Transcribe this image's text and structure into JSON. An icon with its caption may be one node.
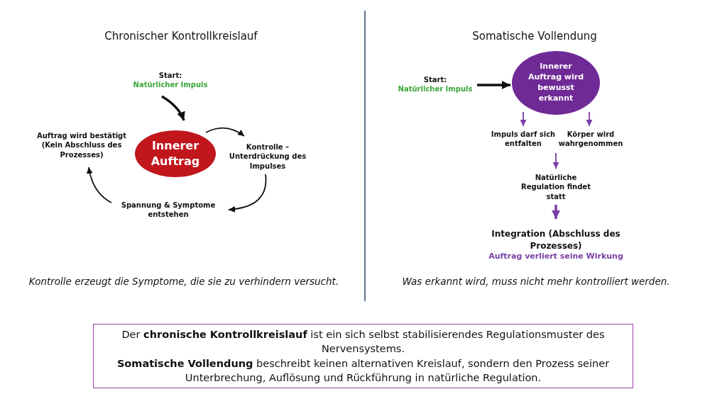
{
  "diagram": {
    "nodes": [
      {
        "text": [
          "Start:",
          "Natürlicher Impuls"
        ]
      },
      {
        "text": [
          "Innerer Auftrag"
        ]
      },
      {
        "text": [
          "Kontrolle – Unterdrückung des Impulses"
        ]
      },
      {
        "text": [
          "Spannung & Symptome entstehen"
        ]
      },
      {
        "text": [
          "Auftrag wird bestätigt",
          "(Kein Abschluss des Prozesses)"
        ]
      },
      {
        "text": [
          "Start:",
          "Natürlicher Impuls"
        ]
      },
      {
        "text": [
          "Innerer Auftrag wird bewusst erkannt"
        ]
      },
      {
        "text": [
          "Impuls darf sich entfalten"
        ]
      },
      {
        "text": [
          "Körper wird wahrgenommen"
        ]
      },
      {
        "text": [
          "Natürliche Regulation findet statt"
        ]
      },
      {
        "text": [
          "Integration (Abschluss des Prozesses)",
          "Auftrag verliert seine Wirkung"
        ]
      },
      {
        "text": [
          "Der **chronische Kontrollkreislauf** ist ein sich selbst stabilisierendes Regulationsmuster des Nervensystems.",
          "**Somatische Vollendung** beschreibt keinen alternativen Kreislauf, sondern den Prozess seiner Unterbrechung, Auflösung und Rückführung in natürliche Regulation."
        ]
      }
    ],
    "edges": [
      {
        "from": 0,
        "to": 1,
        "arrow": "to",
        "style": "thick"
      },
      {
        "from": 1,
        "to": 2,
        "arrow": "to"
      },
      {
        "from": 2,
        "to": 3,
        "arrow": "to"
      },
      {
        "from": 3,
        "to": 4,
        "arrow": "to"
      },
      {
        "from": 5,
        "to": 6,
        "arrow": "to",
        "style": "thick"
      },
      {
        "from": 6,
        "to": 7,
        "arrow": "to",
        "color": "#7a3fa6"
      },
      {
        "from": 6,
        "to": 8,
        "arrow": "to",
        "color": "#7a3fa6"
      },
      {
        "from": 7,
        "to": 9,
        "arrow": "to",
        "color": "#7a3fa6"
      },
      {
        "from": 8,
        "to": 9,
        "arrow": "to",
        "color": "#7a3fa6"
      },
      {
        "from": 9,
        "to": 10,
        "arrow": "to",
        "style": "thick",
        "color": "#7a3fa6"
      }
    ],
    "labels": [
      "Chronischer Kontrollkreislauf",
      "Somatische Vollendung",
      "Kontrolle erzeugt die Symptome, die sie zu verhindern versucht.",
      "Was erkannt wird, muss nicht mehr kontrolliert werden."
    ]
  }
}
